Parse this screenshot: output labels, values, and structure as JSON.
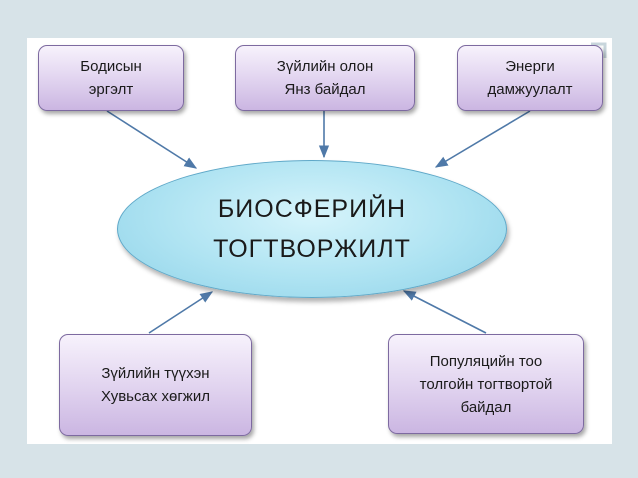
{
  "center": {
    "line1": "БИОСФЕРИЙН",
    "line2": "ТОГТВОРЖИЛТ"
  },
  "boxes": {
    "top_left": {
      "line1": "Бодисын",
      "line2": "эргэлт"
    },
    "top_middle": {
      "line1": "Зүйлийн олон",
      "line2": "Янз байдал"
    },
    "top_right": {
      "line1": "Энерги",
      "line2": "дамжуулалт"
    },
    "bottom_left": {
      "line1": "Зүйлийн түүхэн",
      "line2": "Хувьсах хөгжил"
    },
    "bottom_right": {
      "line1": "Популяцийн тоо",
      "line2": "толгойн тогтвортой",
      "line3": "байдал"
    }
  },
  "colors": {
    "background": "#d7e3e8",
    "box_fill": "#e2d5f0",
    "box_border": "#7d6aa0",
    "ellipse_fill": "#aee3f2",
    "arrow": "#4f79a8"
  }
}
